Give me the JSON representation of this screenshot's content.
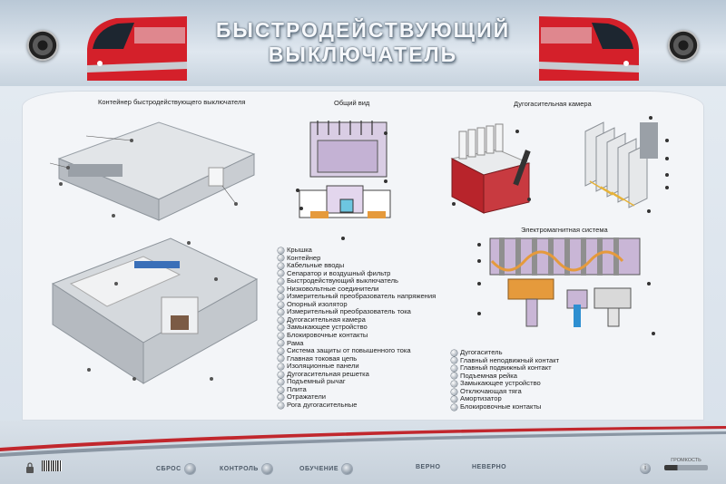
{
  "header": {
    "title_line1": "БЫСТРОДЕЙСТВУЮЩИЙ",
    "title_line2": "ВЫКЛЮЧАТЕЛЬ"
  },
  "sections": {
    "container": "Контейнер быстродействующего выключателя",
    "general": "Общий вид",
    "arc_chamber": "Дугогасительная камера",
    "em_system": "Электромагнитная система"
  },
  "legend_general": [
    "Крышка",
    "Контейнер",
    "Кабельные вводы",
    "Сепаратор и воздушный фильтр",
    "Быстродействующий выключатель",
    "Низковольтные соединители",
    "Измерительный преобразователь напряжения",
    "Опорный изолятор",
    "Измерительный преобразователь тока",
    "Дугогасительная камера",
    "Замыкающее устройство",
    "Блокировочные контакты",
    "Рама",
    "Система защиты от повышенного тока",
    "Главная токовая цепь",
    "Изоляционные панели",
    "Дугогасительная решетка",
    "Подъемный рычаг",
    "Плита",
    "Отражатели",
    "Рога дугогасительные"
  ],
  "legend_em": [
    "Дугогаситель",
    "Главный неподвижный контакт",
    "Главный подвижный контакт",
    "Подъемная рейка",
    "Замыкающее устройство",
    "Отключающая тяга",
    "Амортизатор",
    "Блокировочные контакты"
  ],
  "footer": {
    "reset": "СБРОС",
    "control": "КОНТРОЛЬ",
    "training": "ОБУЧЕНИЕ",
    "correct": "ВЕРНО",
    "incorrect": "НЕВЕРНО",
    "volume": "ГРОМКОСТЬ",
    "info": "i"
  },
  "colors": {
    "train_red": "#d4202a",
    "accent_grey": "#8a96a3",
    "chamber_red": "#b8242b",
    "em_purple": "#c9b6d6",
    "em_orange": "#e59a3c"
  }
}
